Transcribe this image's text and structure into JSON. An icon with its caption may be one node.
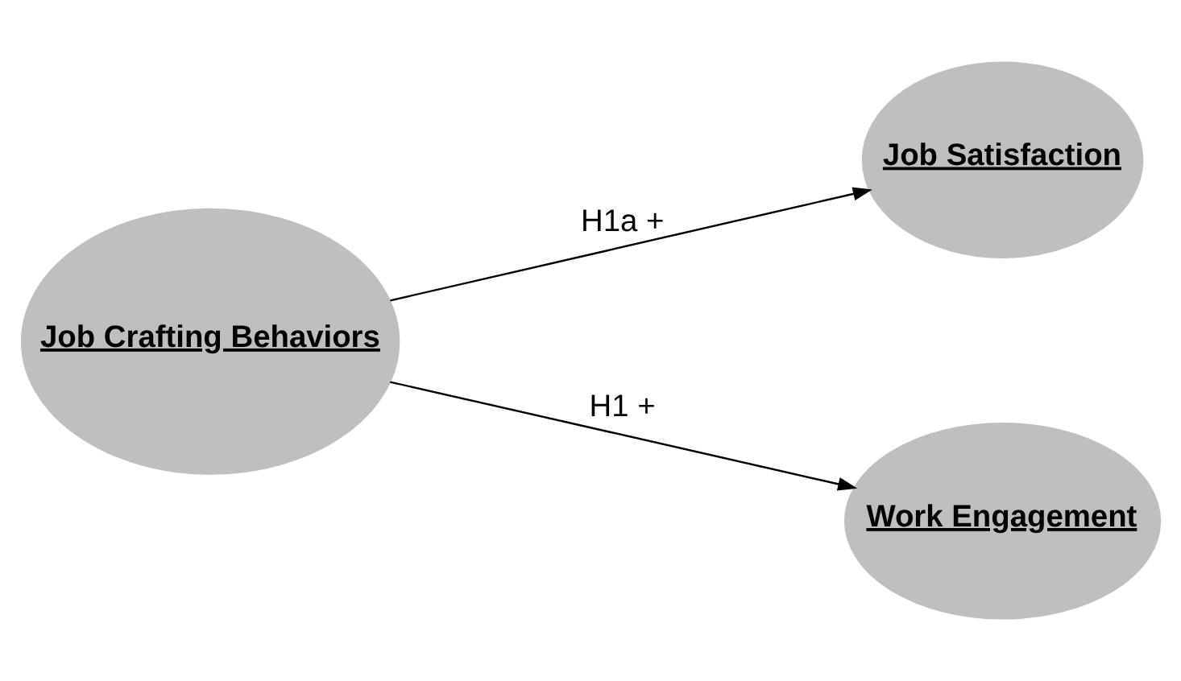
{
  "diagram": {
    "nodes": [
      {
        "text": [
          "Job Crafting Behaviors"
        ]
      },
      {
        "text": [
          "Job Satisfaction"
        ]
      },
      {
        "text": [
          "Work Engagement"
        ]
      }
    ],
    "edges": [
      {
        "from": 0,
        "to": 1,
        "arrow": "to",
        "label": "H1a +"
      },
      {
        "from": 0,
        "to": 2,
        "arrow": "to",
        "label": "H1 +"
      }
    ]
  }
}
